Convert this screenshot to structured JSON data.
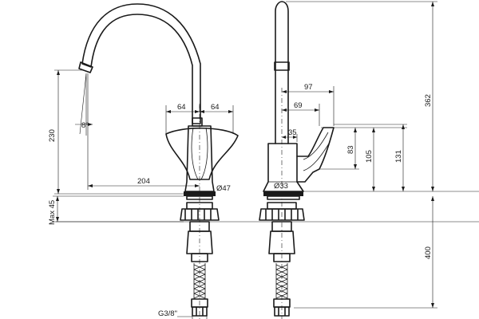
{
  "dimensions": {
    "width_left": "64",
    "width_right": "64",
    "reach": "204",
    "spout_height": "230",
    "angle": "8°",
    "base_dia_front": "Ø47",
    "max_deck": "Max 45",
    "connection": "G3/8\"",
    "handle_97": "97",
    "handle_69": "69",
    "body_35": "35",
    "base_dia_side": "Ø33",
    "h_83": "83",
    "h_105": "105",
    "h_131": "131",
    "total_height": "362",
    "hose_length": "400"
  }
}
